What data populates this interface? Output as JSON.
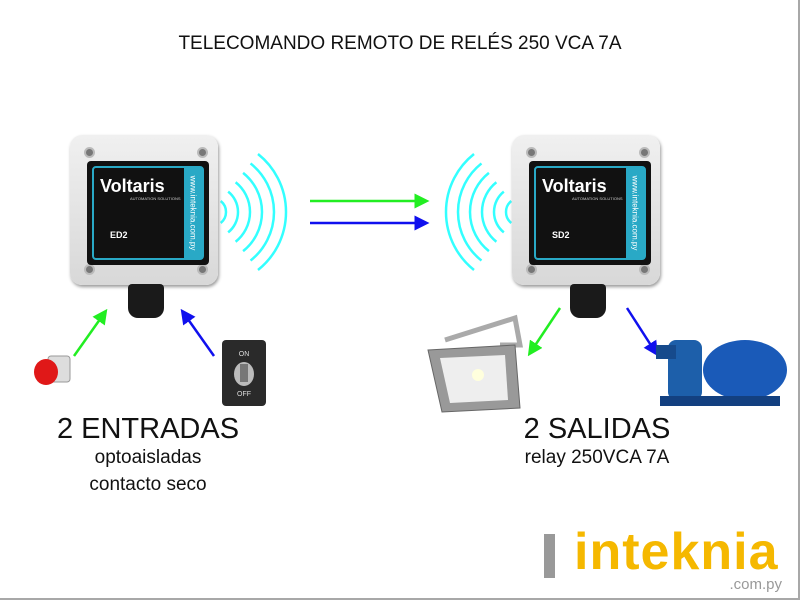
{
  "title": "TELECOMANDO REMOTO DE RELÉS 250 VCA 7A",
  "devices": [
    {
      "brand": "Voltaris",
      "tagline": "AUTOMATION SOLUTIONS",
      "code": "ED2",
      "url": "www.inteknia.com.py"
    },
    {
      "brand": "Voltaris",
      "tagline": "AUTOMATION SOLUTIONS",
      "code": "SD2",
      "url": "www.inteknia.com.py"
    }
  ],
  "switch": {
    "on": "ON",
    "off": "OFF"
  },
  "inputs": {
    "heading": "2 ENTRADAS",
    "line1": "optoaisladas",
    "line2": "contacto seco"
  },
  "outputs": {
    "heading": "2 SALIDAS",
    "line1": "relay 250VCA 7A"
  },
  "logo": {
    "name": "inteknia",
    "domain": ".com.py"
  },
  "colors": {
    "wave": "#33ffff",
    "green_arrow": "#22ee22",
    "blue_arrow": "#1010ee",
    "accent": "#29a9c6",
    "logo": "#f5b800"
  }
}
